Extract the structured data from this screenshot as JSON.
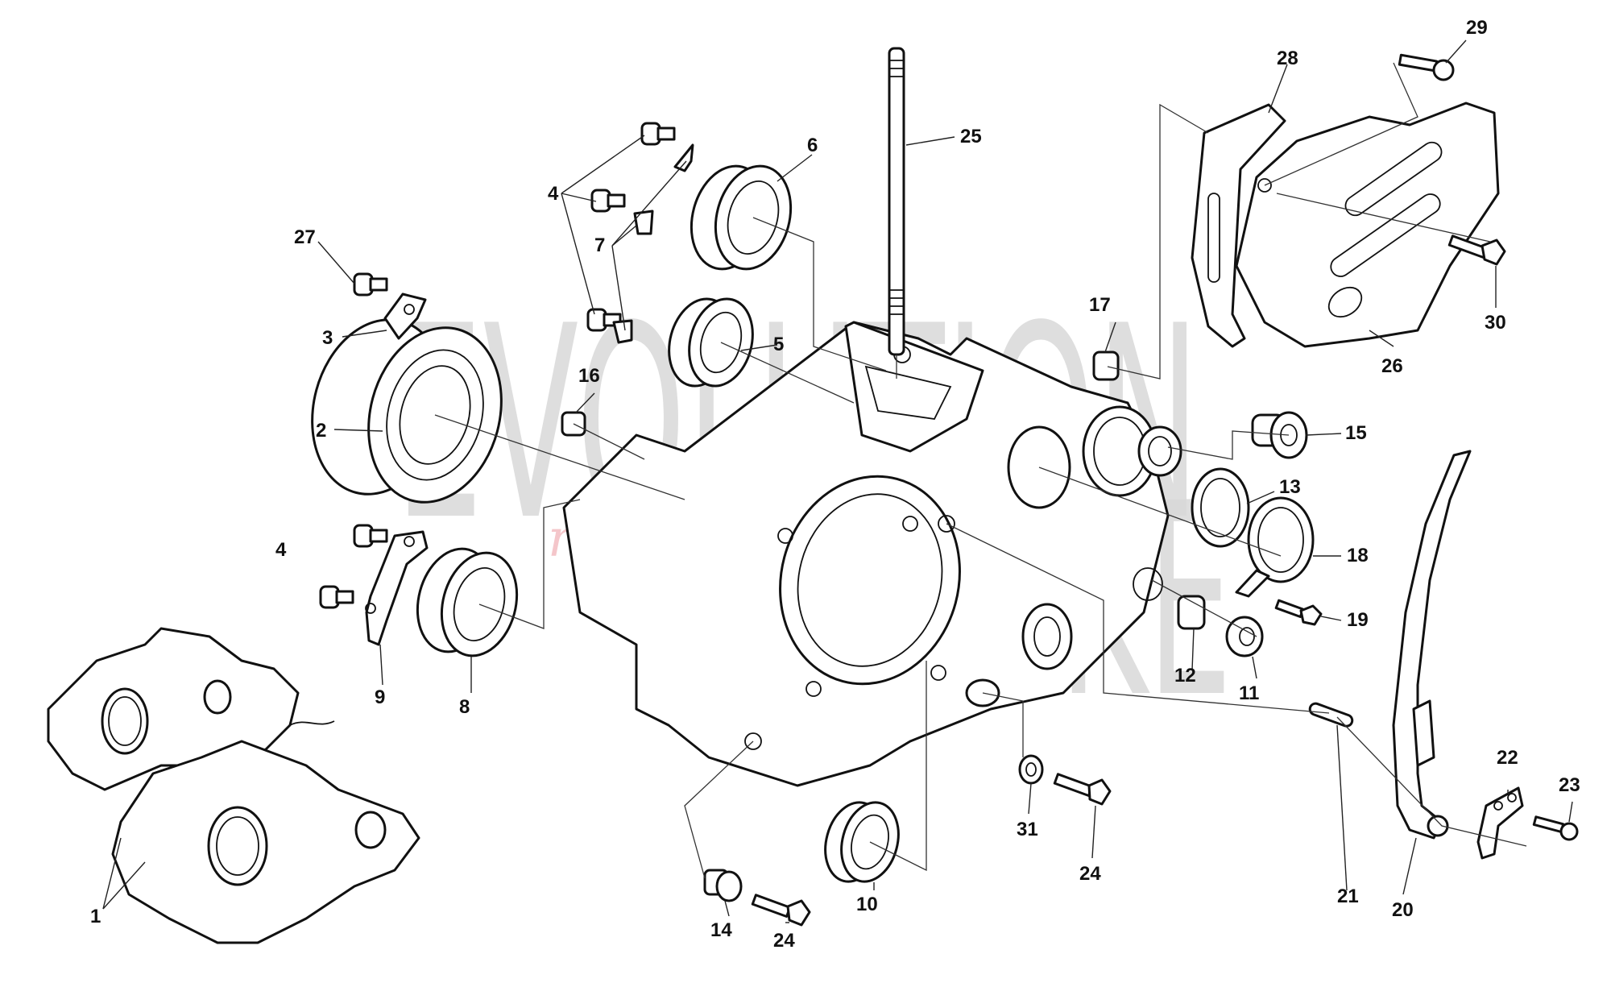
{
  "diagram": {
    "type": "exploded-parts-diagram",
    "subject": "engine crankcase assembly",
    "watermark": {
      "line1": "EVOLUTION",
      "line2": "BIKE",
      "tagline": "ride the power",
      "colors": {
        "letters": "#d9d9d9",
        "tagline": "#f2b9bd"
      }
    },
    "callouts": [
      {
        "id": "1",
        "part": "crankcase-halves"
      },
      {
        "id": "2",
        "part": "main-bearing-large"
      },
      {
        "id": "3",
        "part": "bearing-retainer-plate"
      },
      {
        "id": "4",
        "part": "retainer-screws-upper"
      },
      {
        "id": "4",
        "part": "retainer-screws-lower"
      },
      {
        "id": "5",
        "part": "bearing"
      },
      {
        "id": "6",
        "part": "bearing"
      },
      {
        "id": "7",
        "part": "retainer-tabs"
      },
      {
        "id": "8",
        "part": "bearing"
      },
      {
        "id": "9",
        "part": "retainer-plate-curved"
      },
      {
        "id": "10",
        "part": "bearing-small"
      },
      {
        "id": "11",
        "part": "bushing"
      },
      {
        "id": "12",
        "part": "dowel-sleeve"
      },
      {
        "id": "13",
        "part": "oil-seal"
      },
      {
        "id": "14",
        "part": "flanged-bushing"
      },
      {
        "id": "15",
        "part": "flanged-bushing"
      },
      {
        "id": "16",
        "part": "dowel-sleeve"
      },
      {
        "id": "17",
        "part": "dowel-sleeve"
      },
      {
        "id": "18",
        "part": "seal-holder"
      },
      {
        "id": "19",
        "part": "flange-bolt"
      },
      {
        "id": "20",
        "part": "chain-guide"
      },
      {
        "id": "21",
        "part": "pivot-pin"
      },
      {
        "id": "22",
        "part": "bracket"
      },
      {
        "id": "23",
        "part": "screw"
      },
      {
        "id": "24",
        "part": "flange-bolt"
      },
      {
        "id": "24",
        "part": "flange-bolt"
      },
      {
        "id": "25",
        "part": "stud"
      },
      {
        "id": "26",
        "part": "sprocket-cover"
      },
      {
        "id": "27",
        "part": "screw"
      },
      {
        "id": "28",
        "part": "cover-plate"
      },
      {
        "id": "29",
        "part": "socket-screw"
      },
      {
        "id": "30",
        "part": "flange-bolt"
      },
      {
        "id": "31",
        "part": "washer"
      }
    ]
  }
}
